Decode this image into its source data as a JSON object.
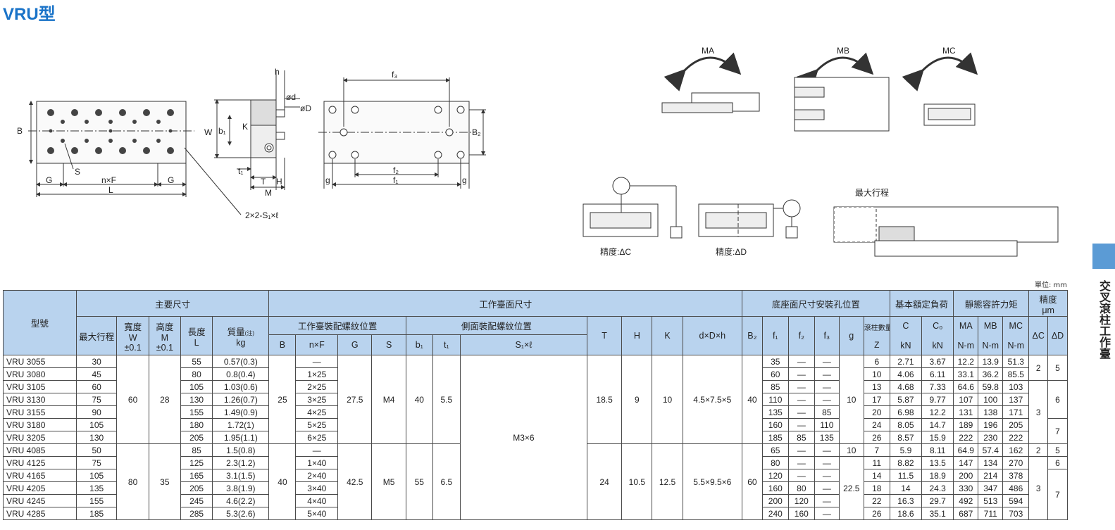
{
  "title": "VRU型",
  "unit": "單位: mm",
  "side_tab": "交叉滾柱工作臺",
  "diagram": {
    "front": {
      "B": "B",
      "G_left": "G",
      "nF": "n×F",
      "G_right": "G",
      "L": "L",
      "S": "S",
      "slot": "2×2-S₁×ℓ"
    },
    "side": {
      "h": "h",
      "d": "ød",
      "D": "øD",
      "W": "W",
      "b1": "b₁",
      "K": "K",
      "t1": "t₁",
      "T": "T",
      "H": "H",
      "M": "M"
    },
    "bottom": {
      "f3": "f₃",
      "B2": "B₂",
      "f2": "f₂",
      "f1": "f₁",
      "g_left": "g",
      "g_right": "g"
    },
    "moments": {
      "ma": "MA",
      "mb": "MB",
      "mc": "MC"
    },
    "precision_c": "精度:ΔC",
    "precision_d": "精度:ΔD",
    "max_stroke": "最大行程"
  },
  "table": {
    "groups": {
      "model": "型號",
      "main": "主要尺寸",
      "table_face": "工作臺面尺寸",
      "base": "底座面尺寸安裝孔位置",
      "load": "基本額定負荷",
      "moment": "靜態容許力矩",
      "accuracy": "精度",
      "accuracy_unit": "μm"
    },
    "subgroups": {
      "table_thread": "工作臺裝配螺紋位置",
      "side_thread": "側面裝配螺紋位置"
    },
    "heads": {
      "stroke": "最大行程",
      "width": "寬度",
      "width_sym": "W",
      "width_tol": "±0.1",
      "height": "高度",
      "height_sym": "M",
      "height_tol": "±0.1",
      "length": "長度",
      "length_sym": "L",
      "mass": "質量",
      "mass_note": "(注)",
      "mass_unit": "kg",
      "B": "B",
      "nF": "n×F",
      "G": "G",
      "S": "S",
      "b1": "b₁",
      "t1": "t₁",
      "S1l": "S₁×ℓ",
      "T": "T",
      "H": "H",
      "K": "K",
      "dDh": "d×D×h",
      "B2": "B₂",
      "f1": "f₁",
      "f2": "f₂",
      "f3": "f₃",
      "g": "g",
      "rollers": "滾柱數量",
      "rollers_sym": "Z",
      "C": "C",
      "C_unit": "kN",
      "C0": "C₀",
      "C0_unit": "kN",
      "MA": "MA",
      "MA_unit": "N-m",
      "MB": "MB",
      "MB_unit": "N-m",
      "MC": "MC",
      "MC_unit": "N-m",
      "dC": "ΔC",
      "dD": "ΔD"
    },
    "rows": [
      {
        "model": "VRU 3055",
        "stroke": "30",
        "L": "55",
        "mass": "0.57(0.3)",
        "nF": "—",
        "f1": "35",
        "f2": "—",
        "f3": "—",
        "Z": "6",
        "C": "2.71",
        "C0": "3.67",
        "MA": "12.2",
        "MB": "13.9",
        "MC": "51.3"
      },
      {
        "model": "VRU 3080",
        "stroke": "45",
        "L": "80",
        "mass": "0.8(0.4)",
        "nF": "1×25",
        "f1": "60",
        "f2": "—",
        "f3": "—",
        "Z": "10",
        "C": "4.06",
        "C0": "6.11",
        "MA": "33.1",
        "MB": "36.2",
        "MC": "85.5"
      },
      {
        "model": "VRU 3105",
        "stroke": "60",
        "L": "105",
        "mass": "1.03(0.6)",
        "nF": "2×25",
        "f1": "85",
        "f2": "—",
        "f3": "—",
        "Z": "13",
        "C": "4.68",
        "C0": "7.33",
        "MA": "64.6",
        "MB": "59.8",
        "MC": "103"
      },
      {
        "model": "VRU 3130",
        "stroke": "75",
        "L": "130",
        "mass": "1.26(0.7)",
        "nF": "3×25",
        "f1": "110",
        "f2": "—",
        "f3": "—",
        "Z": "17",
        "C": "5.87",
        "C0": "9.77",
        "MA": "107",
        "MB": "100",
        "MC": "137"
      },
      {
        "model": "VRU 3155",
        "stroke": "90",
        "L": "155",
        "mass": "1.49(0.9)",
        "nF": "4×25",
        "f1": "135",
        "f2": "—",
        "f3": "85",
        "Z": "20",
        "C": "6.98",
        "C0": "12.2",
        "MA": "131",
        "MB": "138",
        "MC": "171"
      },
      {
        "model": "VRU 3180",
        "stroke": "105",
        "L": "180",
        "mass": "1.72(1)",
        "nF": "5×25",
        "f1": "160",
        "f2": "—",
        "f3": "110",
        "Z": "24",
        "C": "8.05",
        "C0": "14.7",
        "MA": "189",
        "MB": "196",
        "MC": "205"
      },
      {
        "model": "VRU 3205",
        "stroke": "130",
        "L": "205",
        "mass": "1.95(1.1)",
        "nF": "6×25",
        "f1": "185",
        "f2": "85",
        "f3": "135",
        "Z": "26",
        "C": "8.57",
        "C0": "15.9",
        "MA": "222",
        "MB": "230",
        "MC": "222"
      },
      {
        "model": "VRU 4085",
        "stroke": "50",
        "L": "85",
        "mass": "1.5(0.8)",
        "nF": "—",
        "f1": "65",
        "f2": "—",
        "f3": "—",
        "Z": "7",
        "C": "5.9",
        "C0": "8.11",
        "MA": "64.9",
        "MB": "57.4",
        "MC": "162"
      },
      {
        "model": "VRU 4125",
        "stroke": "75",
        "L": "125",
        "mass": "2.3(1.2)",
        "nF": "1×40",
        "f1": "80",
        "f2": "—",
        "f3": "—",
        "Z": "11",
        "C": "8.82",
        "C0": "13.5",
        "MA": "147",
        "MB": "134",
        "MC": "270"
      },
      {
        "model": "VRU 4165",
        "stroke": "105",
        "L": "165",
        "mass": "3.1(1.5)",
        "nF": "2×40",
        "f1": "120",
        "f2": "—",
        "f3": "—",
        "Z": "14",
        "C": "11.5",
        "C0": "18.9",
        "MA": "200",
        "MB": "214",
        "MC": "378"
      },
      {
        "model": "VRU 4205",
        "stroke": "135",
        "L": "205",
        "mass": "3.8(1.9)",
        "nF": "3×40",
        "f1": "160",
        "f2": "80",
        "f3": "—",
        "Z": "18",
        "C": "14",
        "C0": "24.3",
        "MA": "330",
        "MB": "347",
        "MC": "486"
      },
      {
        "model": "VRU 4245",
        "stroke": "155",
        "L": "245",
        "mass": "4.6(2.2)",
        "nF": "4×40",
        "f1": "200",
        "f2": "120",
        "f3": "—",
        "Z": "22",
        "C": "16.3",
        "C0": "29.7",
        "MA": "492",
        "MB": "513",
        "MC": "594"
      },
      {
        "model": "VRU 4285",
        "stroke": "185",
        "L": "285",
        "mass": "5.3(2.6)",
        "nF": "5×40",
        "f1": "240",
        "f2": "160",
        "f3": "—",
        "Z": "26",
        "C": "18.6",
        "C0": "35.1",
        "MA": "687",
        "MB": "711",
        "MC": "703"
      }
    ],
    "merged": {
      "s30": {
        "W": "60",
        "M": "28",
        "B": "25",
        "G": "27.5",
        "S": "M4",
        "b1": "40",
        "t1": "5.5",
        "T": "18.5",
        "H": "9",
        "K": "10",
        "dDh": "4.5×7.5×5",
        "B2": "40",
        "g": "10"
      },
      "s40": {
        "W": "80",
        "M": "35",
        "B": "40",
        "G": "42.5",
        "S": "M5",
        "b1": "55",
        "t1": "6.5",
        "T": "24",
        "H": "10.5",
        "K": "12.5",
        "dDh": "5.5×9.5×6",
        "B2": "60",
        "g_first": "10",
        "g": "22.5"
      },
      "S1l": "M3×6",
      "dC": [
        "2",
        "3",
        "2",
        "3"
      ],
      "dD": [
        "5",
        "6",
        "7",
        "5",
        "6",
        "7"
      ]
    }
  }
}
